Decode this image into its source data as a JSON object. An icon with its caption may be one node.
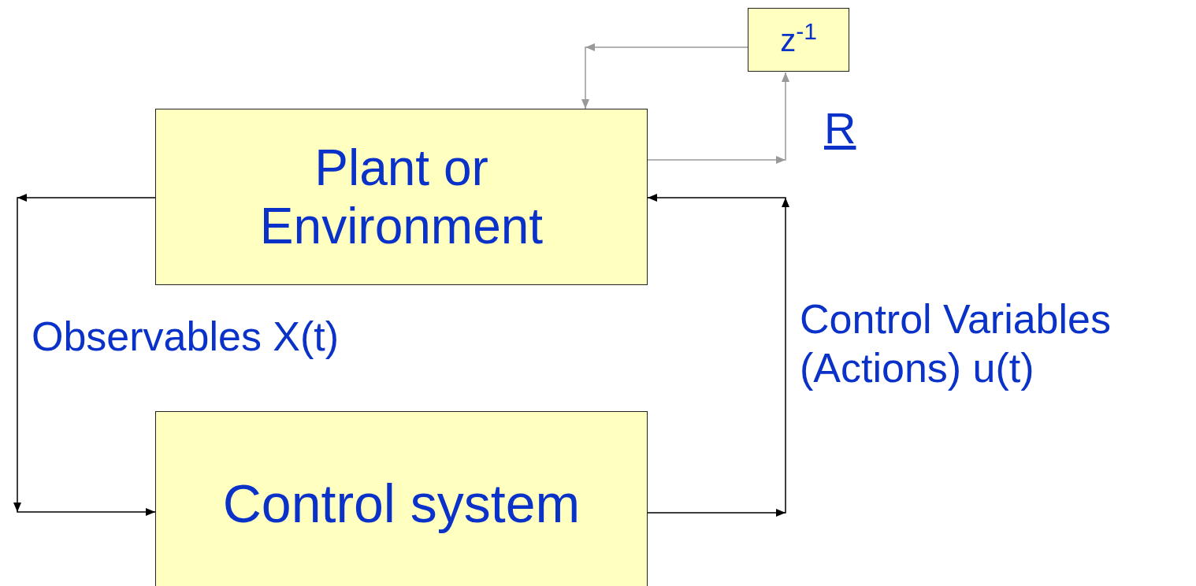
{
  "diagram": {
    "nodes": [
      {
        "text": [
          "Plant or Environment"
        ]
      },
      {
        "text": [
          "Control system"
        ]
      },
      {
        "text": [
          "z$^{-1}$"
        ]
      }
    ],
    "edges": [
      {
        "from": 0,
        "to": 2,
        "arrow": "to",
        "label": "R",
        "color": "#999999"
      },
      {
        "from": 2,
        "to": 0,
        "arrow": "to",
        "color": "#999999"
      },
      {
        "from": 0,
        "to": 1,
        "arrow": "to",
        "label": "Observables X(t)",
        "color": "#000000"
      },
      {
        "from": 1,
        "to": 0,
        "arrow": "to",
        "label": "Control Variables (Actions) u(t)",
        "color": "#000000"
      }
    ]
  }
}
